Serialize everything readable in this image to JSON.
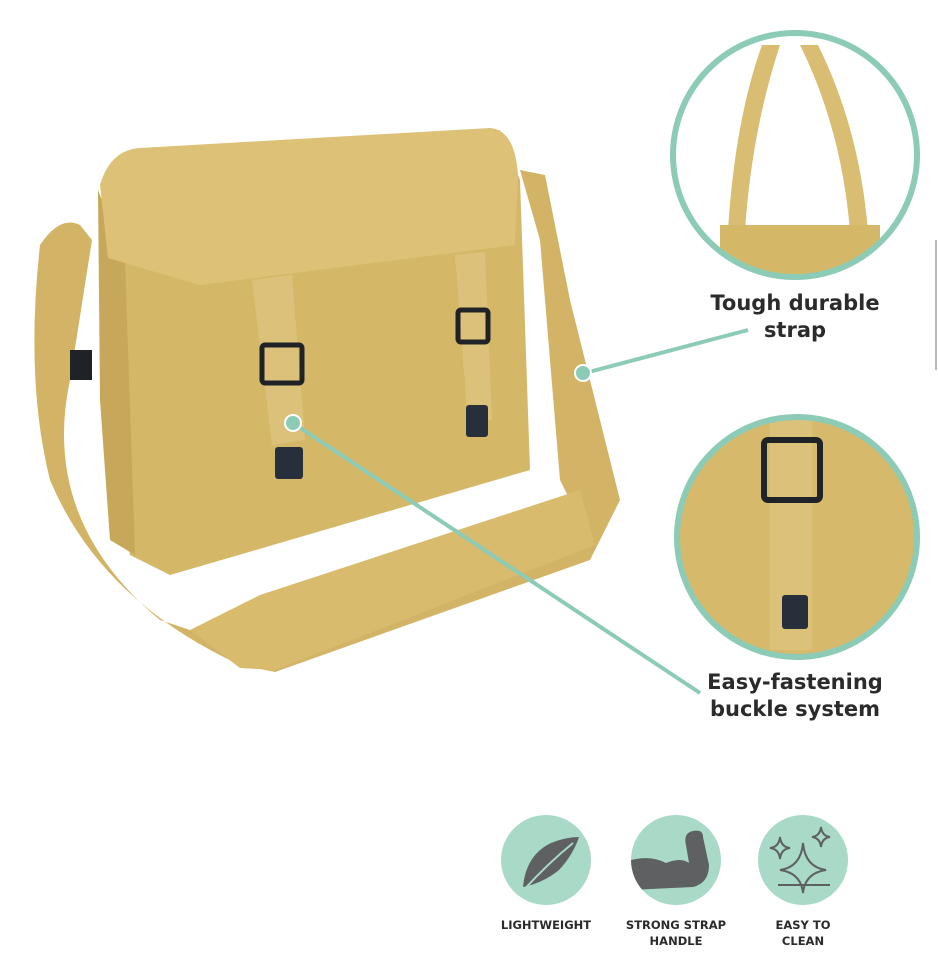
{
  "callouts": {
    "strap": "Tough durable\nstrap",
    "strap_line1": "Tough durable",
    "strap_line2": "strap",
    "buckle_line1": "Easy-fastening",
    "buckle_line2": "buckle system"
  },
  "features": [
    {
      "icon": "feather-icon",
      "line1": "LIGHTWEIGHT",
      "line2": ""
    },
    {
      "icon": "flexed-arm-icon",
      "line1": "STRONG STRAP",
      "line2": "HANDLE"
    },
    {
      "icon": "sparkles-icon",
      "line1": "EASY TO",
      "line2": "CLEAN"
    }
  ],
  "colors": {
    "canvas": "#d9bd72",
    "canvas_shadow": "#c4a457",
    "accent_teal": "#8ccbb6",
    "icon_bg": "#a9d9c7",
    "icon_fg": "#5e6062",
    "buckle": "#1f2226"
  }
}
